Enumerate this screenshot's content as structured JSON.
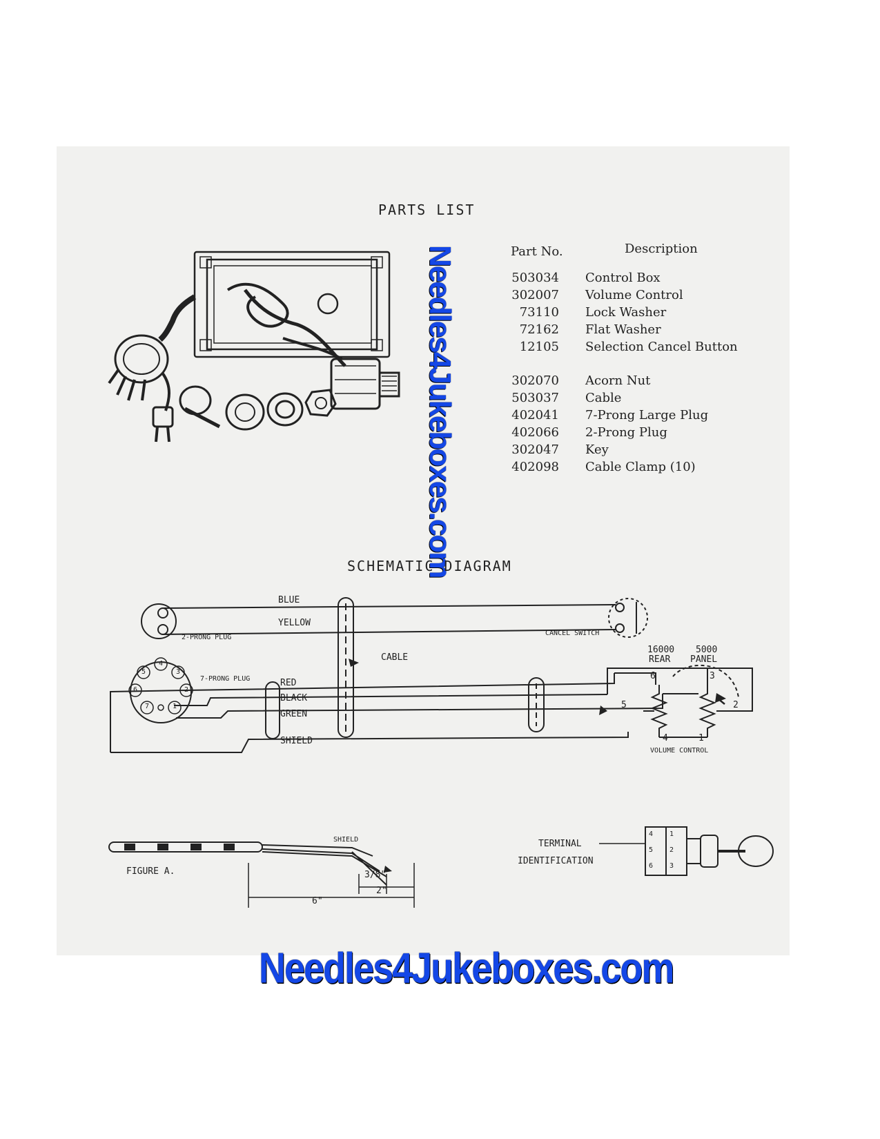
{
  "watermark": "Needles4Jukeboxes.com",
  "parts_list": {
    "title": "PARTS LIST",
    "col_part_no": "Part No.",
    "col_description": "Description",
    "items": [
      {
        "part_no": "503034",
        "description": "Control Box"
      },
      {
        "part_no": "302007",
        "description": "Volume Control"
      },
      {
        "part_no": "73110",
        "description": "Lock Washer"
      },
      {
        "part_no": "72162",
        "description": "Flat Washer"
      },
      {
        "part_no": "12105",
        "description": "Selection Cancel Button"
      },
      {
        "part_no": "302070",
        "description": "Acorn Nut"
      },
      {
        "part_no": "503037",
        "description": "Cable"
      },
      {
        "part_no": "402041",
        "description": "7-Prong Large Plug"
      },
      {
        "part_no": "402066",
        "description": "2-Prong Plug"
      },
      {
        "part_no": "302047",
        "description": "Key"
      },
      {
        "part_no": "402098",
        "description": "Cable Clamp (10)"
      }
    ]
  },
  "schematic": {
    "title": "SCHEMATIC DIAGRAM",
    "wire_blue": "BLUE",
    "wire_yellow": "YELLOW",
    "two_prong_plug": "2-PRONG PLUG",
    "cancel_switch": "CANCEL SWITCH",
    "cable": "CABLE",
    "seven_prong_plug": "7-PRONG PLUG",
    "wire_red": "RED",
    "wire_black": "BLACK",
    "wire_green": "GREEN",
    "wire_shield": "SHIELD",
    "rear_value": "16000",
    "rear_label": "REAR",
    "panel_value": "5000",
    "panel_label": "PANEL",
    "volume_control": "VOLUME CONTROL",
    "pins": [
      "1",
      "2",
      "3",
      "4",
      "5",
      "6",
      "7"
    ],
    "terminal_numbers": [
      "6",
      "3",
      "5",
      "2",
      "4",
      "1"
    ]
  },
  "figure_a": {
    "label": "FIGURE A.",
    "shield": "SHIELD",
    "dim_3_8": "3/8\"",
    "dim_2": "2\"",
    "dim_6": "6\""
  },
  "terminal_id": {
    "line1": "TERMINAL",
    "line2": "IDENTIFICATION",
    "numbers": [
      "4",
      "1",
      "5",
      "2",
      "6",
      "3"
    ]
  }
}
